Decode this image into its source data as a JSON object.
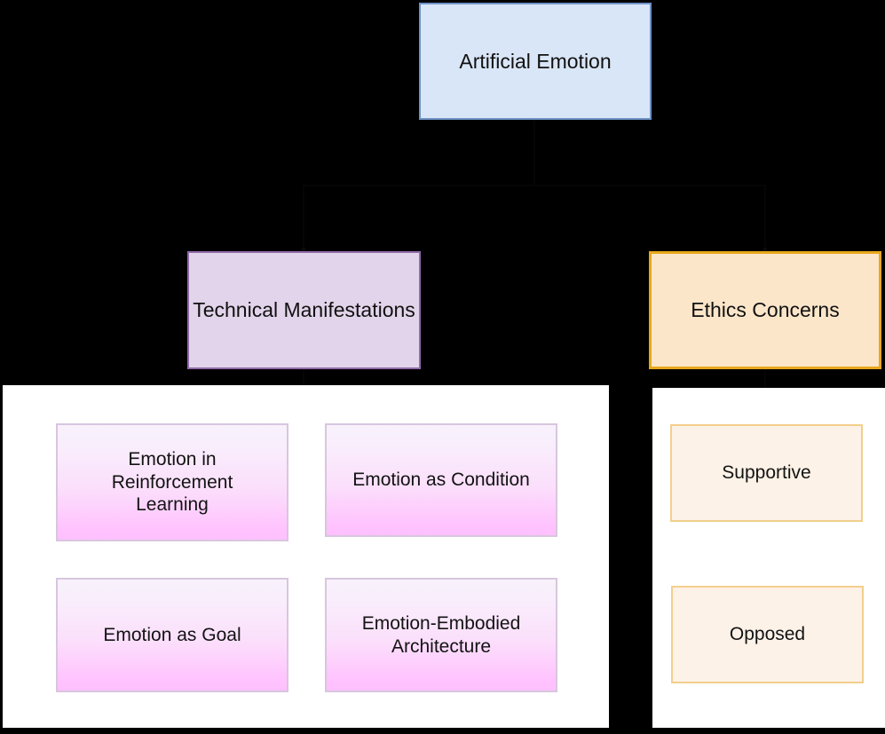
{
  "diagram": {
    "title": "Artificial Emotion",
    "background_color": "#000000",
    "root": {
      "label": "Artificial Emotion",
      "fill": "#d9e6f7",
      "border": "#6f92c6"
    },
    "branches": [
      {
        "label": "Technical Manifestations",
        "fill": "#e2d4ea",
        "border": "#8f6aa8",
        "panel_fill": "#ffffff",
        "children": [
          {
            "label": "Emotion in\nReinforcement\nLearning",
            "fill_top": "#f8f1fb",
            "fill_bottom": "#ffc0ff",
            "border": "#d8c6de"
          },
          {
            "label": "Emotion as Condition",
            "fill_top": "#f8f1fb",
            "fill_bottom": "#ffc0ff",
            "border": "#d8c6de"
          },
          {
            "label": "Emotion as Goal",
            "fill_top": "#f8f1fb",
            "fill_bottom": "#ffc0ff",
            "border": "#d8c6de"
          },
          {
            "label": "Emotion-Embodied\nArchitecture",
            "fill_top": "#f8f1fb",
            "fill_bottom": "#ffc0ff",
            "border": "#d8c6de"
          }
        ]
      },
      {
        "label": "Ethics Concerns",
        "fill": "#fce6ca",
        "border": "#e8a81b",
        "panel_fill": "#ffffff",
        "children": [
          {
            "label": "Supportive",
            "fill": "#fdf2e7",
            "border": "#f2cf8c"
          },
          {
            "label": "Opposed",
            "fill": "#fdf2e7",
            "border": "#f2cf8c"
          }
        ]
      }
    ]
  }
}
